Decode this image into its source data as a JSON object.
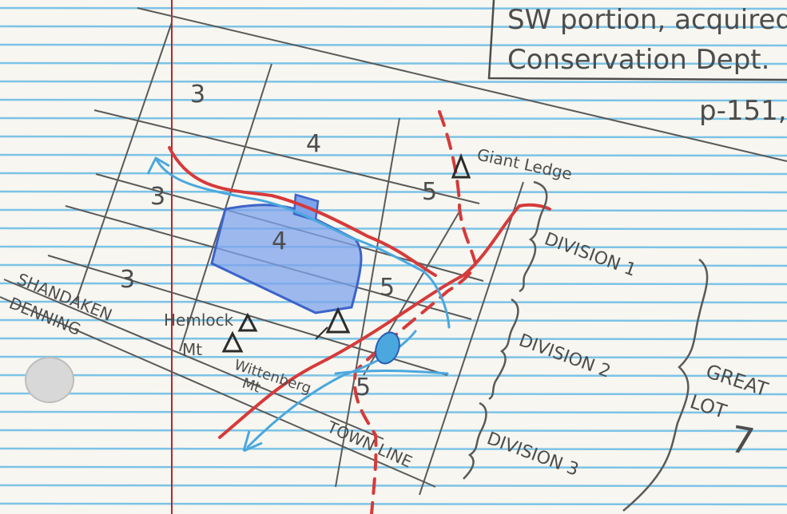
{
  "note": {
    "line1": "SW portion, acquired",
    "line2": "Conservation Dept.",
    "line3": "p-151,"
  },
  "lot_numbers": {
    "r1_a": "3",
    "r2_a": "4",
    "r2_b": "3",
    "r3_a": "3",
    "r3_b": "4",
    "r3_c": "5",
    "r4_a": "5",
    "r5_a": "5"
  },
  "places": {
    "giant_ledge": "Giant Ledge",
    "hemlock_mt": "Hemlock",
    "hemlock_mt_2": "Mt",
    "wittenberg": "Wittenberg",
    "wittenberg_2": "Mt",
    "shandaken": "SHANDAKEN",
    "denning": "DENNING",
    "town_line": "TOWN LINE"
  },
  "divisions": {
    "div1": "DIVISION 1",
    "div2": "DIVISION 2",
    "div3": "DIVISION 3"
  },
  "great_lot": {
    "line1": "GREAT",
    "line2": "LOT",
    "number": "7"
  },
  "colors": {
    "paper": "#f7f6f0",
    "ruled_line": "#7cc3e6",
    "margin_line": "#b8262a",
    "pencil": "#5a5a5a",
    "trail_red": "#d63a3a",
    "stream_blue": "#4aa8de",
    "parcel_blue": "#6f97e8"
  }
}
